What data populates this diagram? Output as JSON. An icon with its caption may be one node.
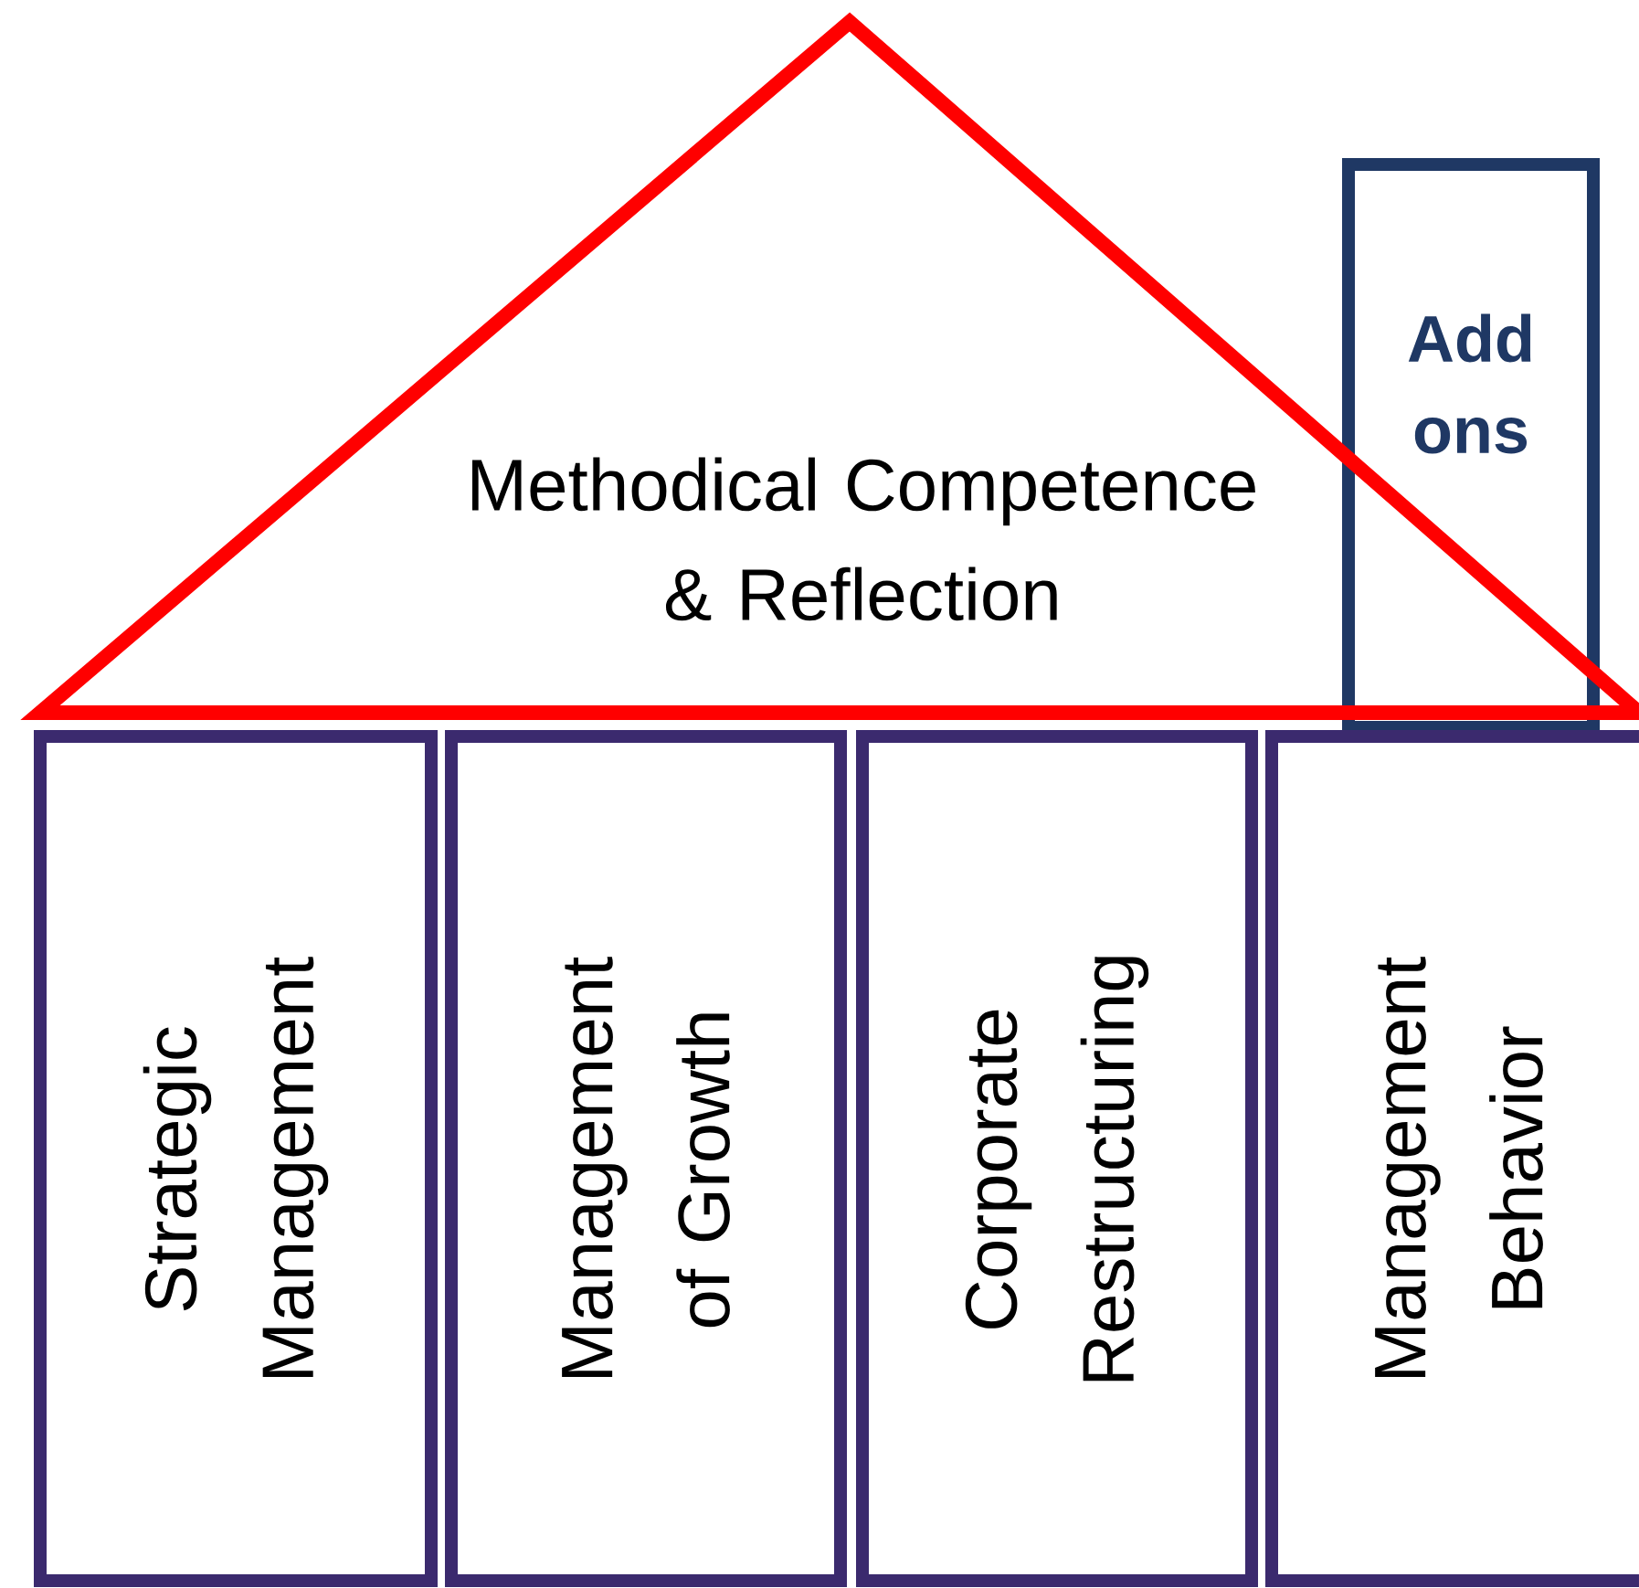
{
  "diagram": {
    "nodes": [
      {
        "text": [
          "Methodical Competence & Reflection"
        ]
      },
      {
        "text": [
          "Add ons"
        ]
      },
      {
        "text": [
          "Strategic Management"
        ]
      },
      {
        "text": [
          "Management of Growth"
        ]
      },
      {
        "text": [
          "Corporate Restructuring"
        ]
      },
      {
        "text": [
          "Management Behavior"
        ]
      }
    ]
  }
}
